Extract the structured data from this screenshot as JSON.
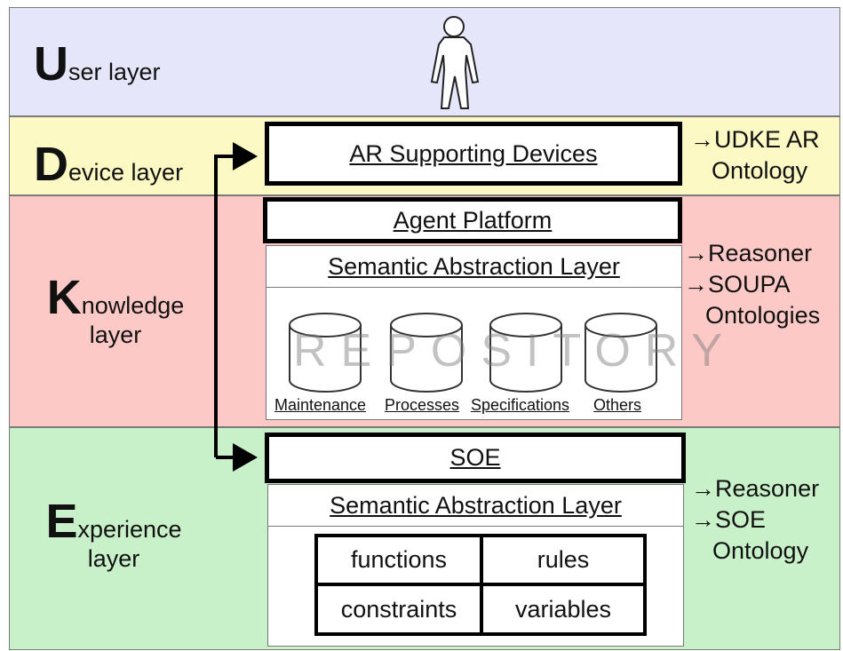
{
  "colors": {
    "user_layer": "#e6e6fa",
    "device_layer": "#fdf9c4",
    "knowledge_layer": "#fcc9c6",
    "experience_layer": "#c8f1c9"
  },
  "layers": {
    "user": {
      "initial": "U",
      "rest": "ser layer"
    },
    "device": {
      "initial": "D",
      "rest": "evice layer"
    },
    "knowledge": {
      "initial": "K",
      "rest": "nowledge",
      "line2": "layer"
    },
    "experience": {
      "initial": "E",
      "rest": "xperience",
      "line2": "layer"
    }
  },
  "user_icon": "person-icon",
  "device": {
    "box": "AR Supporting Devices",
    "notes": [
      "→UDKE AR",
      "Ontology"
    ]
  },
  "knowledge": {
    "agent_platform": "Agent Platform",
    "semantic_layer": "Semantic Abstraction Layer",
    "repository_watermark": "REPOSITORY",
    "databases": [
      "Maintenance",
      "Processes",
      "Specifications",
      "Others"
    ],
    "notes": [
      "→Reasoner",
      "→SOUPA",
      "Ontologies"
    ]
  },
  "experience": {
    "soe": "SOE",
    "semantic_layer": "Semantic Abstraction Layer",
    "cells": [
      "functions",
      "rules",
      "constraints",
      "variables"
    ],
    "notes": [
      "→Reasoner",
      "→SOE",
      "Ontology"
    ]
  }
}
